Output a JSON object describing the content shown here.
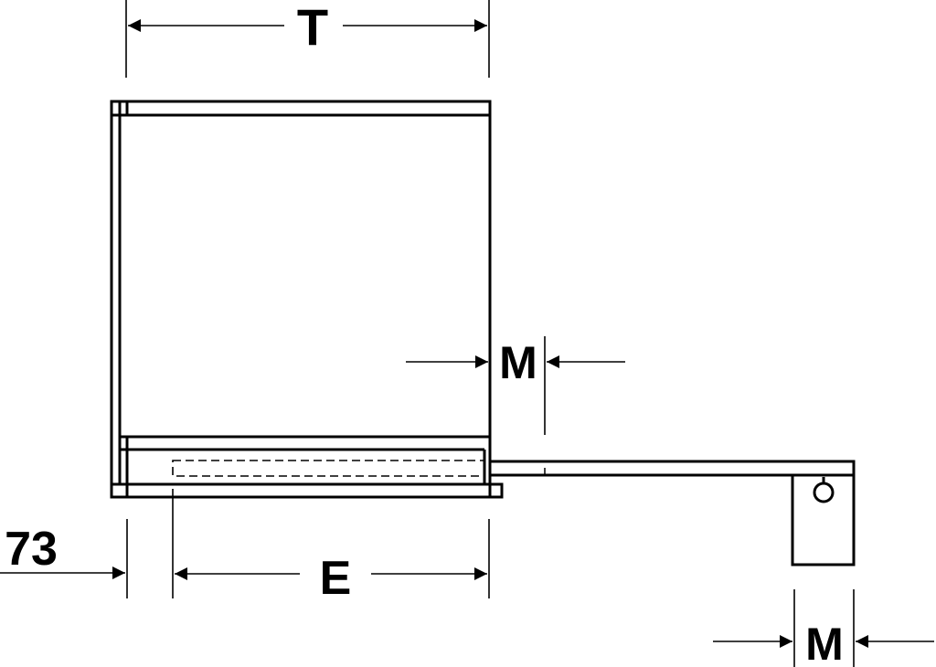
{
  "labels": {
    "top_dimension": "T",
    "side_dimension": "M",
    "bottom_left_value": "73",
    "bottom_dimension": "E",
    "bottom_right_dimension": "M"
  },
  "colors": {
    "ink": "#000000",
    "paper": "#ffffff"
  }
}
